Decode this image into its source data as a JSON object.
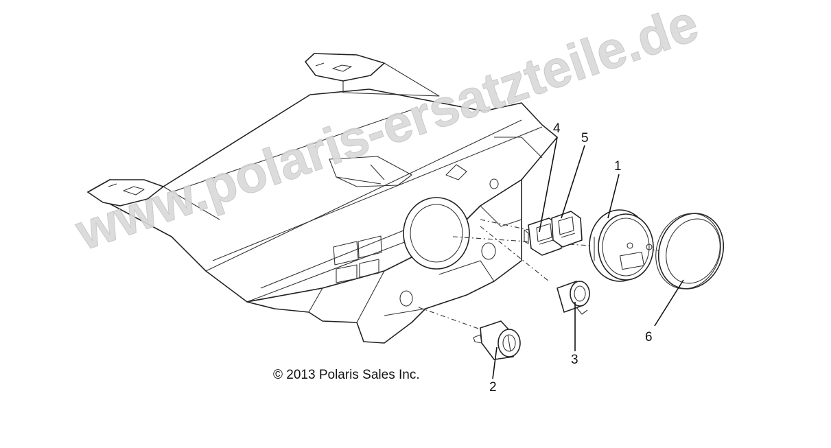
{
  "diagram": {
    "copyright": "© 2013 Polaris Sales Inc.",
    "watermark": "www.polaris-ersatzteile.de",
    "callouts": [
      {
        "id": "1",
        "label": "1"
      },
      {
        "id": "2",
        "label": "2"
      },
      {
        "id": "3",
        "label": "3"
      },
      {
        "id": "4",
        "label": "4"
      },
      {
        "id": "5",
        "label": "5"
      },
      {
        "id": "6",
        "label": "6"
      }
    ]
  },
  "colors": {
    "line": "#222222",
    "watermark": "#d9d9d9",
    "background": "#ffffff"
  }
}
